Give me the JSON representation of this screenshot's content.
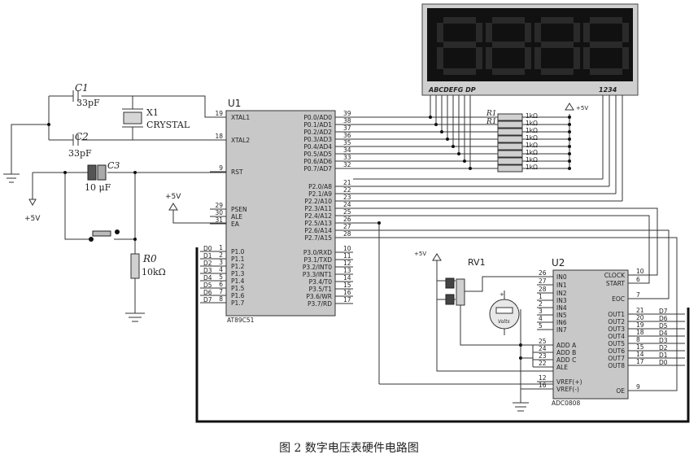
{
  "caption": "图 2    数字电压表硬件电路图",
  "display": {
    "seg_label": "ABCDEFG DP",
    "digit_label": "1234"
  },
  "power": {
    "vcc": "+5V"
  },
  "ground_symbol": "gnd-icon",
  "components": {
    "c1": {
      "ref": "C1",
      "value": "33pF"
    },
    "c2": {
      "ref": "C2",
      "value": "33pF"
    },
    "x1": {
      "ref": "X1",
      "value": "CRYSTAL"
    },
    "c3": {
      "ref": "C3",
      "value": "10 μF"
    },
    "r0": {
      "ref": "R0",
      "value": "10kΩ"
    },
    "rn": {
      "ref": "R1",
      "values": [
        "1kΩ",
        "1kΩ",
        "1kΩ",
        "1kΩ",
        "1kΩ",
        "1kΩ",
        "1kΩ",
        "1kΩ"
      ]
    },
    "rv1": {
      "ref": "RV1"
    },
    "meter": {
      "unit": "Volts"
    }
  },
  "u1": {
    "ref": "U1",
    "part": "AT89C51",
    "left_pins": [
      {
        "num": "19",
        "name": "XTAL1"
      },
      {
        "num": "18",
        "name": "XTAL2"
      },
      {
        "num": "9",
        "name": "RST"
      },
      {
        "num": "29",
        "name": "PSEN"
      },
      {
        "num": "30",
        "name": "ALE"
      },
      {
        "num": "31",
        "name": "EA"
      },
      {
        "num": "1",
        "name": "P1.0",
        "net": "D0"
      },
      {
        "num": "2",
        "name": "P1.1",
        "net": "D1"
      },
      {
        "num": "3",
        "name": "P1.2",
        "net": "D2"
      },
      {
        "num": "4",
        "name": "P1.3",
        "net": "D3"
      },
      {
        "num": "5",
        "name": "P1.4",
        "net": "D4"
      },
      {
        "num": "6",
        "name": "P1.5",
        "net": "D5"
      },
      {
        "num": "7",
        "name": "P1.6",
        "net": "D6"
      },
      {
        "num": "8",
        "name": "P1.7",
        "net": "D7"
      }
    ],
    "right_pins": [
      {
        "num": "39",
        "name": "P0.0/AD0"
      },
      {
        "num": "38",
        "name": "P0.1/AD1"
      },
      {
        "num": "37",
        "name": "P0.2/AD2"
      },
      {
        "num": "36",
        "name": "P0.3/AD3"
      },
      {
        "num": "35",
        "name": "P0.4/AD4"
      },
      {
        "num": "34",
        "name": "P0.5/AD5"
      },
      {
        "num": "33",
        "name": "P0.6/AD6"
      },
      {
        "num": "32",
        "name": "P0.7/AD7"
      },
      {
        "num": "21",
        "name": "P2.0/A8"
      },
      {
        "num": "22",
        "name": "P2.1/A9"
      },
      {
        "num": "23",
        "name": "P2.2/A10"
      },
      {
        "num": "24",
        "name": "P2.3/A11"
      },
      {
        "num": "25",
        "name": "P2.4/A12"
      },
      {
        "num": "26",
        "name": "P2.5/A13"
      },
      {
        "num": "27",
        "name": "P2.6/A14"
      },
      {
        "num": "28",
        "name": "P2.7/A15"
      },
      {
        "num": "10",
        "name": "P3.0/RXD"
      },
      {
        "num": "11",
        "name": "P3.1/TXD"
      },
      {
        "num": "12",
        "name": "P3.2/INT0"
      },
      {
        "num": "13",
        "name": "P3.3/INT1"
      },
      {
        "num": "14",
        "name": "P3.4/T0"
      },
      {
        "num": "15",
        "name": "P3.5/T1"
      },
      {
        "num": "16",
        "name": "P3.6/WR"
      },
      {
        "num": "17",
        "name": "P3.7/RD"
      }
    ]
  },
  "u2": {
    "ref": "U2",
    "part": "ADC0808",
    "left_pins": [
      {
        "num": "26",
        "name": "IN0"
      },
      {
        "num": "27",
        "name": "IN1"
      },
      {
        "num": "28",
        "name": "IN2"
      },
      {
        "num": "1",
        "name": "IN3"
      },
      {
        "num": "2",
        "name": "IN4"
      },
      {
        "num": "3",
        "name": "IN5"
      },
      {
        "num": "4",
        "name": "IN6"
      },
      {
        "num": "5",
        "name": "IN7"
      },
      {
        "num": "25",
        "name": "ADD A"
      },
      {
        "num": "24",
        "name": "ADD B"
      },
      {
        "num": "23",
        "name": "ADD C"
      },
      {
        "num": "22",
        "name": "ALE"
      },
      {
        "num": "12",
        "name": "VREF(+)"
      },
      {
        "num": "16",
        "name": "VREF(-)"
      }
    ],
    "right_pins": [
      {
        "num": "10",
        "name": "CLOCK"
      },
      {
        "num": "6",
        "name": "START"
      },
      {
        "num": "7",
        "name": "EOC"
      },
      {
        "num": "21",
        "name": "OUT1",
        "net": "D7"
      },
      {
        "num": "20",
        "name": "OUT2",
        "net": "D6"
      },
      {
        "num": "19",
        "name": "OUT3",
        "net": "D5"
      },
      {
        "num": "18",
        "name": "OUT4",
        "net": "D4"
      },
      {
        "num": "8",
        "name": "OUT5",
        "net": "D3"
      },
      {
        "num": "15",
        "name": "OUT6",
        "net": "D2"
      },
      {
        "num": "14",
        "name": "OUT7",
        "net": "D1"
      },
      {
        "num": "17",
        "name": "OUT8",
        "net": "D0"
      },
      {
        "num": "9",
        "name": "OE"
      }
    ]
  }
}
